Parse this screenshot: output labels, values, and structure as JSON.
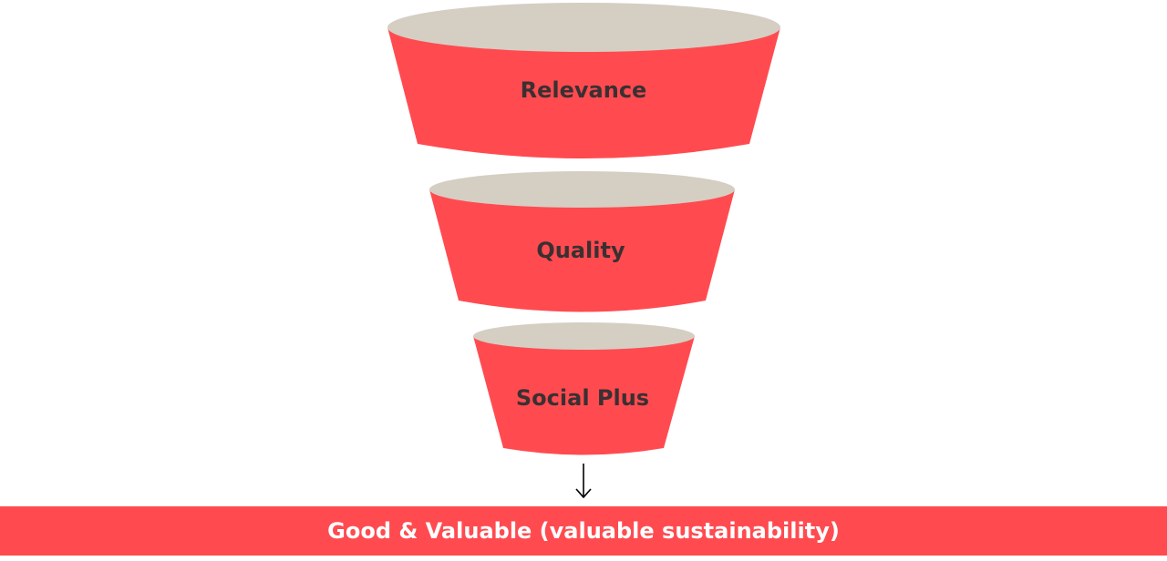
{
  "stages": [
    {
      "label": "Relevance"
    },
    {
      "label": "Quality"
    },
    {
      "label": "Social Plus"
    }
  ],
  "result": {
    "label": "Good & Valuable (valuable sustainability)"
  },
  "arrow_icon": "arrow-down-icon",
  "colors": {
    "funnel_body": "#ff4b50",
    "funnel_rim": "#d5cec3",
    "label_text": "#3a3032",
    "result_bar": "#ff4b50",
    "result_text": "#ffffff",
    "arrow": "#000000"
  }
}
